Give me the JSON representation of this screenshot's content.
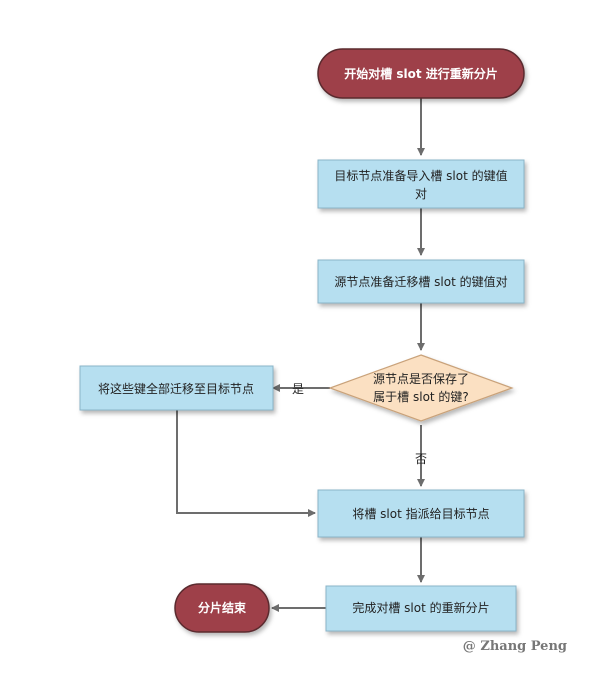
{
  "diagram": {
    "start": "开始对槽 slot 进行重新分片",
    "step1_line1": "目标节点准备导入槽 slot 的键值",
    "step1_line2": "对",
    "step2": "源节点准备迁移槽 slot 的键值对",
    "decision_line1": "源节点是否保存了",
    "decision_line2": "属于槽 slot 的键?",
    "yes_label": "是",
    "no_label": "否",
    "migrate": "将这些键全部迁移至目标节点",
    "assign": "将槽 slot 指派给目标节点",
    "finish": "完成对槽 slot 的重新分片",
    "end": "分片结束"
  },
  "watermark": "@ Zhang Peng",
  "colors": {
    "terminal_fill": "#9e3f48",
    "process_fill": "#b6dff0",
    "process_stroke": "#8ab4c8",
    "decision_fill": "#fbe0c2",
    "decision_stroke": "#c9a27a",
    "connector": "#6d6d6d"
  }
}
